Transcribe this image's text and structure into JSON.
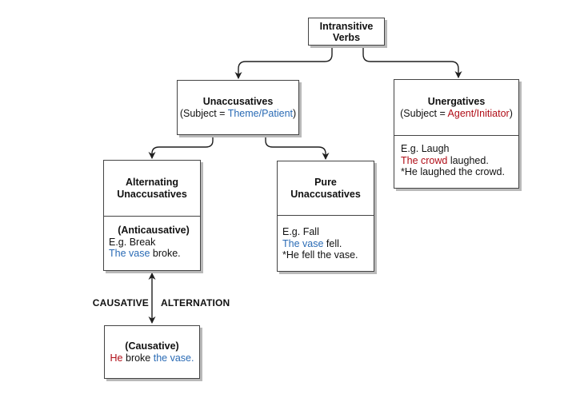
{
  "diagram": {
    "colors": {
      "patient_blue": "#2a6bb5",
      "agent_red": "#b00d17",
      "box_border": "#444444",
      "box_shadow": "#b9b9b9"
    },
    "nodes": {
      "intransitive": {
        "title": "Intransitive\nVerbs"
      },
      "unaccusatives": {
        "title": "Unaccusatives",
        "subject_open": "(Subject = ",
        "subject_role": "Theme/Patient",
        "subject_close": ")"
      },
      "unergatives": {
        "title": "Unergatives",
        "subject_open": "(Subject = ",
        "subject_role": "Agent/Initiator",
        "subject_close": ")",
        "example": "E.g. Laugh",
        "sentence_subject": "The crowd",
        "sentence_rest": " laughed.",
        "ungrammatical": "*He laughed the crowd."
      },
      "alternating": {
        "title": "Alternating\nUnaccusatives",
        "subtitle": "(Anticausative)",
        "example": "E.g. Break",
        "sentence_subject": "The vase",
        "sentence_rest": " broke."
      },
      "pure": {
        "title": "Pure\nUnaccusatives",
        "example": "E.g. Fall",
        "sentence_subject": "The vase",
        "sentence_rest": " fell.",
        "ungrammatical": "*He fell the vase."
      },
      "causative": {
        "subtitle": "(Causative)",
        "sentence_agent": "He",
        "sentence_mid": " broke ",
        "sentence_object": "the vase."
      }
    },
    "alternation": {
      "left": "CAUSATIVE",
      "right": "ALTERNATION"
    }
  }
}
